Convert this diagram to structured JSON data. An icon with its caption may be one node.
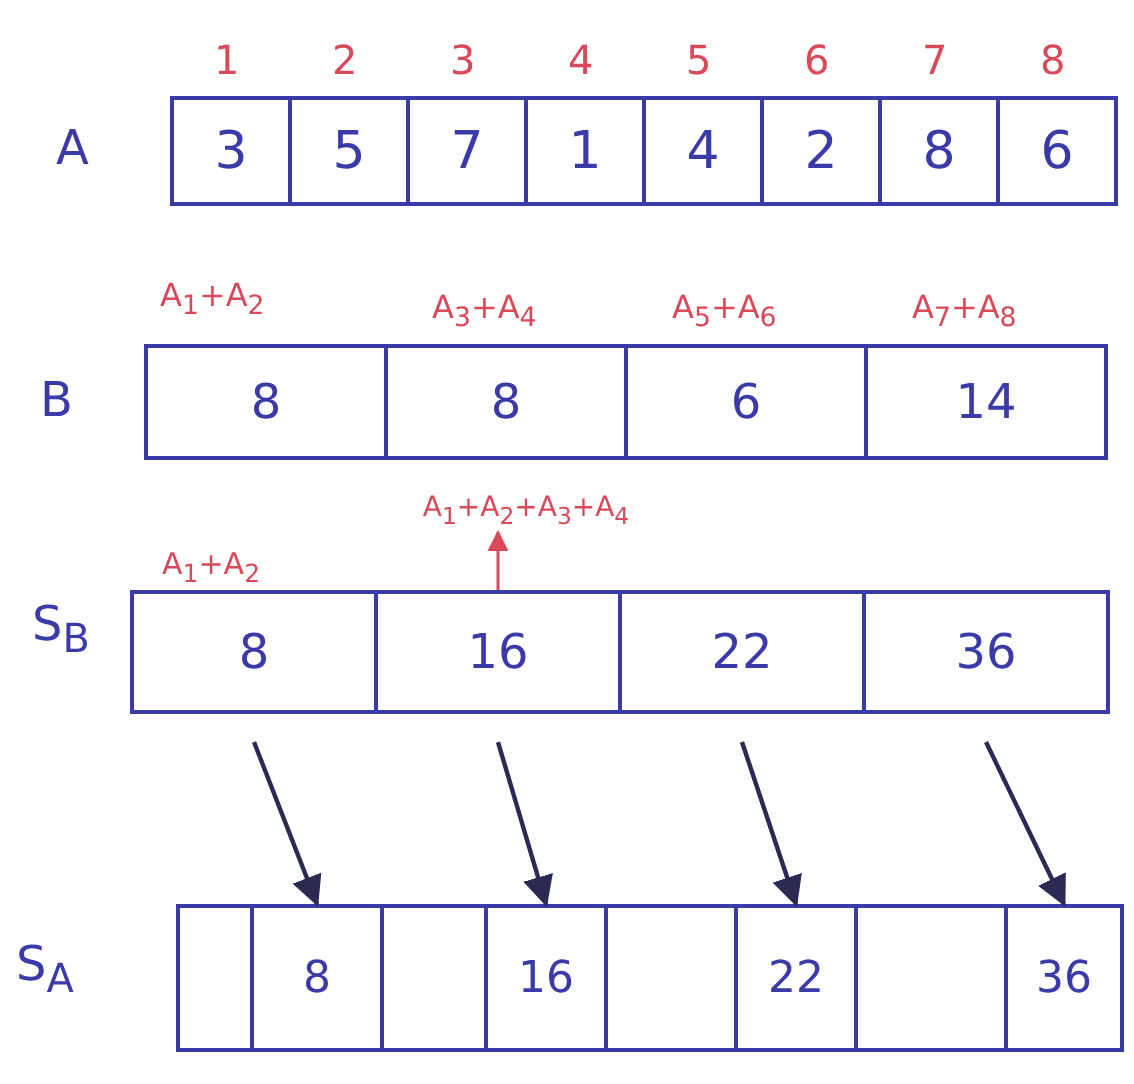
{
  "diagram": {
    "nodes": [
      {
        "text": [
          "3"
        ],
        "beside": [
          "1"
        ]
      },
      {
        "text": [
          "5"
        ],
        "beside": [
          "2"
        ]
      },
      {
        "text": [
          "7"
        ],
        "beside": [
          "3"
        ]
      },
      {
        "text": [
          "1"
        ],
        "beside": [
          "4"
        ]
      },
      {
        "text": [
          "4"
        ],
        "beside": [
          "5"
        ]
      },
      {
        "text": [
          "2"
        ],
        "beside": [
          "6"
        ]
      },
      {
        "text": [
          "8"
        ],
        "beside": [
          "7"
        ]
      },
      {
        "text": [
          "6"
        ],
        "beside": [
          "8"
        ]
      },
      {
        "text": [
          "8"
        ],
        "beside": [
          "A$_{1}$+A$_{2}$"
        ]
      },
      {
        "text": [
          "8"
        ],
        "beside": [
          "A$_{3}$+A$_{4}$"
        ]
      },
      {
        "text": [
          "6"
        ],
        "beside": [
          "A$_{5}$+A$_{6}$"
        ]
      },
      {
        "text": [
          "14"
        ],
        "beside": [
          "A$_{7}$+A$_{8}$"
        ]
      },
      {
        "text": [
          "8"
        ],
        "beside": [
          "A$_{1}$+A$_{2}$"
        ]
      },
      {
        "text": [
          "16"
        ]
      },
      {
        "text": [
          "22"
        ]
      },
      {
        "text": [
          "36"
        ]
      },
      {
        "text": [],
        "shape": "box"
      },
      {
        "text": [
          "8"
        ]
      },
      {
        "text": [],
        "shape": "box"
      },
      {
        "text": [
          "16"
        ]
      },
      {
        "text": [],
        "shape": "box"
      },
      {
        "text": [
          "22"
        ]
      },
      {
        "text": [],
        "shape": "box"
      },
      {
        "text": [
          "36"
        ]
      },
      {
        "text": [
          "A$_{1}$+A$_{2}$+A$_{3}$+A$_{4}$"
        ]
      }
    ],
    "edges": [
      {
        "from": 12,
        "to": 17,
        "arrow": "to"
      },
      {
        "from": 13,
        "to": 19,
        "arrow": "to"
      },
      {
        "from": 14,
        "to": 21,
        "arrow": "to"
      },
      {
        "from": 15,
        "to": 23,
        "arrow": "to"
      },
      {
        "from": 13,
        "to": 24,
        "arrow": "to",
        "color": "#d84a5a"
      }
    ],
    "labels": [
      "A",
      "B",
      "S$_{B}$",
      "S$_{A}$"
    ]
  }
}
